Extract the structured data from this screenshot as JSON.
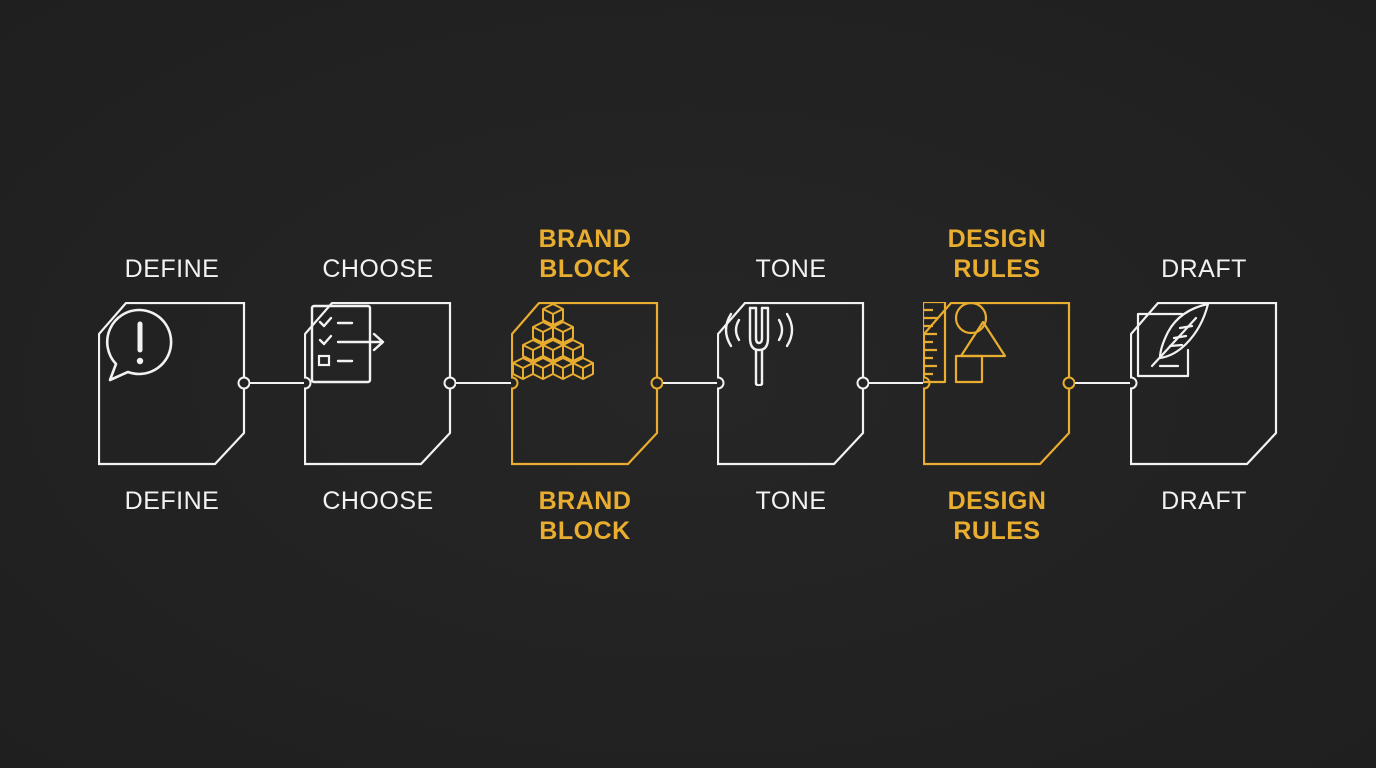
{
  "colors": {
    "background": "#232323",
    "default_stroke": "#f2f2f2",
    "highlight": "#e9ad2f"
  },
  "steps": [
    {
      "top_label": [
        "DEFINE"
      ],
      "bottom_label": [
        "DEFINE"
      ],
      "icon": "alert-speech-bubble-icon",
      "highlighted": false
    },
    {
      "top_label": [
        "CHOOSE"
      ],
      "bottom_label": [
        "CHOOSE"
      ],
      "icon": "checklist-arrow-icon",
      "highlighted": false
    },
    {
      "top_label": [
        "BRAND",
        "BLOCK"
      ],
      "bottom_label": [
        "BRAND",
        "BLOCK"
      ],
      "icon": "stacked-blocks-icon",
      "highlighted": true
    },
    {
      "top_label": [
        "TONE"
      ],
      "bottom_label": [
        "TONE"
      ],
      "icon": "tuning-fork-icon",
      "highlighted": false
    },
    {
      "top_label": [
        "DESIGN",
        "RULES"
      ],
      "bottom_label": [
        "DESIGN",
        "RULES"
      ],
      "icon": "ruler-shapes-icon",
      "highlighted": true
    },
    {
      "top_label": [
        "DRAFT"
      ],
      "bottom_label": [
        "DRAFT"
      ],
      "icon": "quill-document-icon",
      "highlighted": false
    }
  ]
}
